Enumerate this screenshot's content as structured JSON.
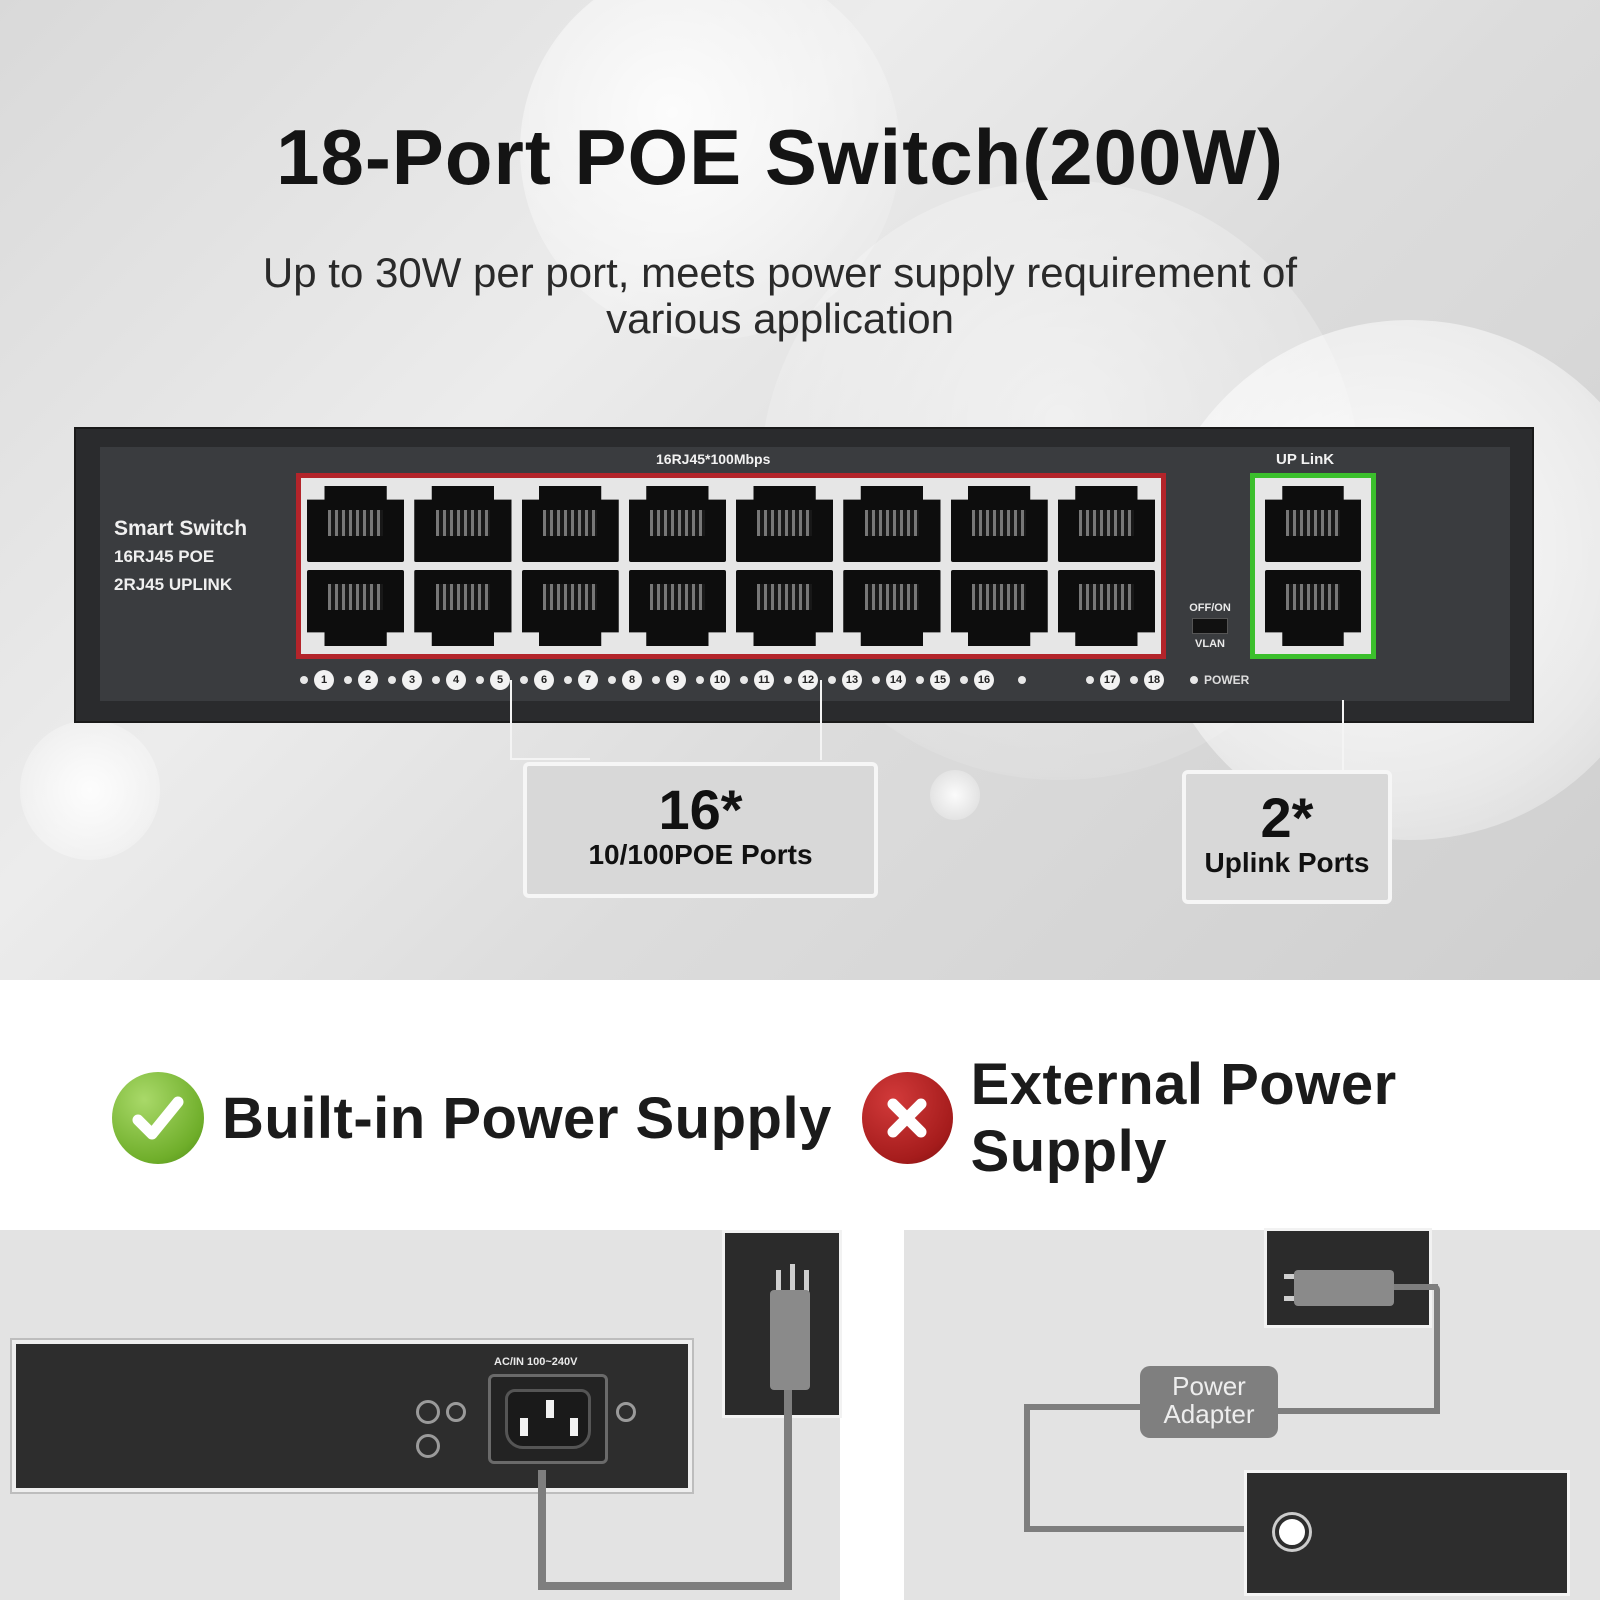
{
  "header": {
    "title": "18-Port POE Switch(200W)",
    "subtitle_line1": "Up to 30W per port, meets power supply requirement of",
    "subtitle_line2": "various application"
  },
  "switch_panel": {
    "model_line1": "Smart Switch",
    "model_line2": "16RJ45 POE",
    "model_line3": "2RJ45 UPLINK",
    "poe_block_label": "16RJ45*100Mbps",
    "uplink_block_label": "UP LinK",
    "toggle_label_top": "OFF/ON",
    "toggle_label_bottom": "VLAN",
    "port_numbers": [
      "1",
      "2",
      "3",
      "4",
      "5",
      "6",
      "7",
      "8",
      "9",
      "10",
      "11",
      "12",
      "13",
      "14",
      "15",
      "16"
    ],
    "uplink_numbers": [
      "17",
      "18"
    ],
    "power_label": "POWER",
    "colors": {
      "poe_border": "#b3242a",
      "uplink_border": "#3bbf2c",
      "chassis": "#2a2b2d"
    }
  },
  "callouts": {
    "poe": {
      "count": "16*",
      "label": "10/100POE Ports"
    },
    "uplink": {
      "count": "2*",
      "label": "Uplink Ports"
    }
  },
  "comparison": {
    "builtin": {
      "icon": "check-circle-icon",
      "label": "Built-in Power Supply",
      "color": "#6fae2a"
    },
    "external": {
      "icon": "x-circle-icon",
      "label": "External Power Supply",
      "color": "#a51c1c"
    }
  },
  "diagrams": {
    "builtin": {
      "ac_label": "AC/IN 100~240V"
    },
    "external": {
      "adapter_line1": "Power",
      "adapter_line2": "Adapter"
    }
  }
}
